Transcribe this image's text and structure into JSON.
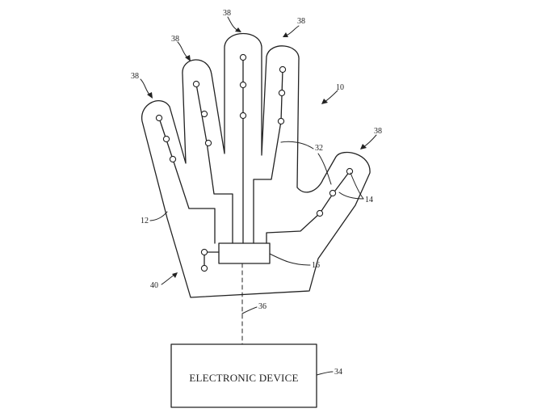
{
  "figure": {
    "device_label": "ELECTRONIC DEVICE",
    "refs": {
      "device": "10",
      "glove": "12",
      "sensors": "14",
      "controller": "16",
      "wiring": "32",
      "external_device": "34",
      "link": "36",
      "finger_38_a": "38",
      "finger_38_b": "38",
      "finger_38_c": "38",
      "finger_38_d": "38",
      "finger_38_e": "38",
      "palm_region": "40"
    }
  }
}
